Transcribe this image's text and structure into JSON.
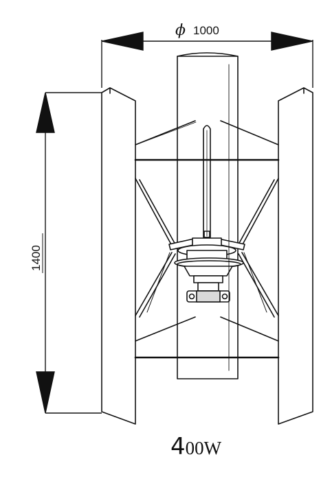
{
  "dimensions": {
    "width_symbol": "ϕ",
    "width_value": "1000",
    "height_value": "1400"
  },
  "caption": {
    "lead": "4",
    "rest": "00W"
  },
  "colors": {
    "line": "#111111",
    "background": "#ffffff",
    "hub_fill": "#d9d9d9"
  }
}
